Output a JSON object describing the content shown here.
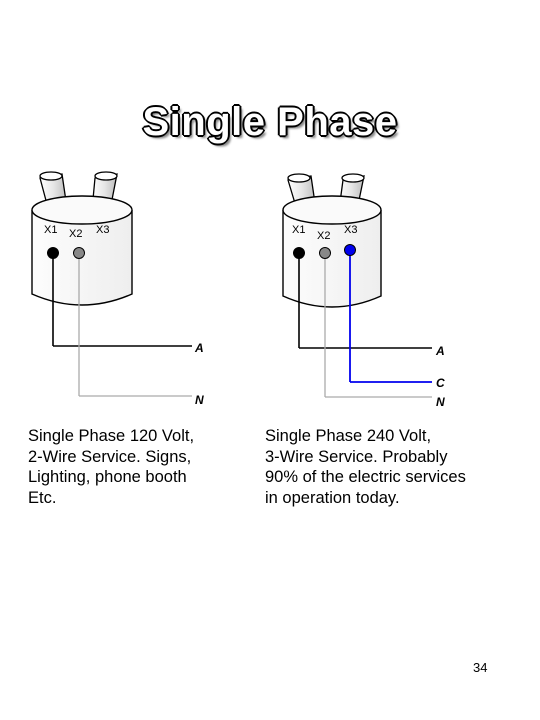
{
  "title": "Single Phase",
  "left": {
    "terminals": [
      "X1",
      "X2",
      "X3"
    ],
    "wire_labels": [
      "A",
      "N"
    ],
    "caption": "Single Phase 120 Volt,\n2-Wire Service.  Signs,\nLighting, phone booth\nEtc."
  },
  "right": {
    "terminals": [
      "X1",
      "X2",
      "X3"
    ],
    "wire_labels": [
      "A",
      "C",
      "N"
    ],
    "caption": "Single Phase 240 Volt,\n3-Wire Service.  Probably\n90% of the electric services\nin operation today."
  },
  "page_number": "34",
  "colors": {
    "hot_wire": "#000000",
    "neutral_wire": "#aaaaaa",
    "blue_wire": "#0000ee",
    "x2_terminal": "#888888"
  }
}
